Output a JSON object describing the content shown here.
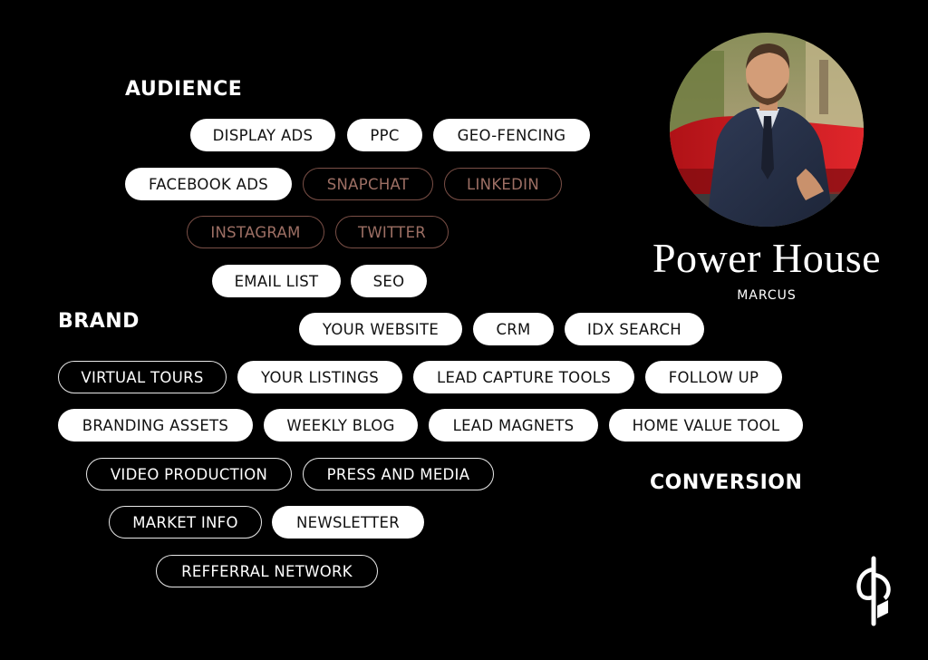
{
  "sections": {
    "audience": "AUDIENCE",
    "brand": "BRAND",
    "conversion": "CONVERSION"
  },
  "profile": {
    "title": "Power House",
    "subtitle": "MARCUS"
  },
  "pills": [
    {
      "label": "DISPLAY ADS",
      "style": "solid"
    },
    {
      "label": "PPC",
      "style": "solid"
    },
    {
      "label": "GEO-FENCING",
      "style": "solid"
    },
    {
      "label": "FACEBOOK ADS",
      "style": "solid"
    },
    {
      "label": "SNAPCHAT",
      "style": "muted"
    },
    {
      "label": "LINKEDIN",
      "style": "muted"
    },
    {
      "label": "INSTAGRAM",
      "style": "muted"
    },
    {
      "label": "TWITTER",
      "style": "muted"
    },
    {
      "label": "EMAIL LIST",
      "style": "solid"
    },
    {
      "label": "SEO",
      "style": "solid"
    },
    {
      "label": "YOUR WEBSITE",
      "style": "solid"
    },
    {
      "label": "CRM",
      "style": "solid"
    },
    {
      "label": "IDX SEARCH",
      "style": "solid"
    },
    {
      "label": "VIRTUAL TOURS",
      "style": "outline"
    },
    {
      "label": "YOUR LISTINGS",
      "style": "solid"
    },
    {
      "label": "LEAD CAPTURE TOOLS",
      "style": "solid"
    },
    {
      "label": "FOLLOW UP",
      "style": "solid"
    },
    {
      "label": "BRANDING ASSETS",
      "style": "solid"
    },
    {
      "label": "WEEKLY BLOG",
      "style": "solid"
    },
    {
      "label": "LEAD MAGNETS",
      "style": "solid"
    },
    {
      "label": "HOME VALUE TOOL",
      "style": "solid"
    },
    {
      "label": "VIDEO PRODUCTION",
      "style": "outline"
    },
    {
      "label": "PRESS AND MEDIA",
      "style": "outline"
    },
    {
      "label": "MARKET INFO",
      "style": "outline"
    },
    {
      "label": "NEWSLETTER",
      "style": "solid"
    },
    {
      "label": "REFFERRAL NETWORK",
      "style": "outline"
    }
  ],
  "colors": {
    "background": "#000000",
    "pill_solid": "#ffffff",
    "pill_muted_border": "#7a4f46",
    "pill_muted_text": "#9d6f64"
  }
}
